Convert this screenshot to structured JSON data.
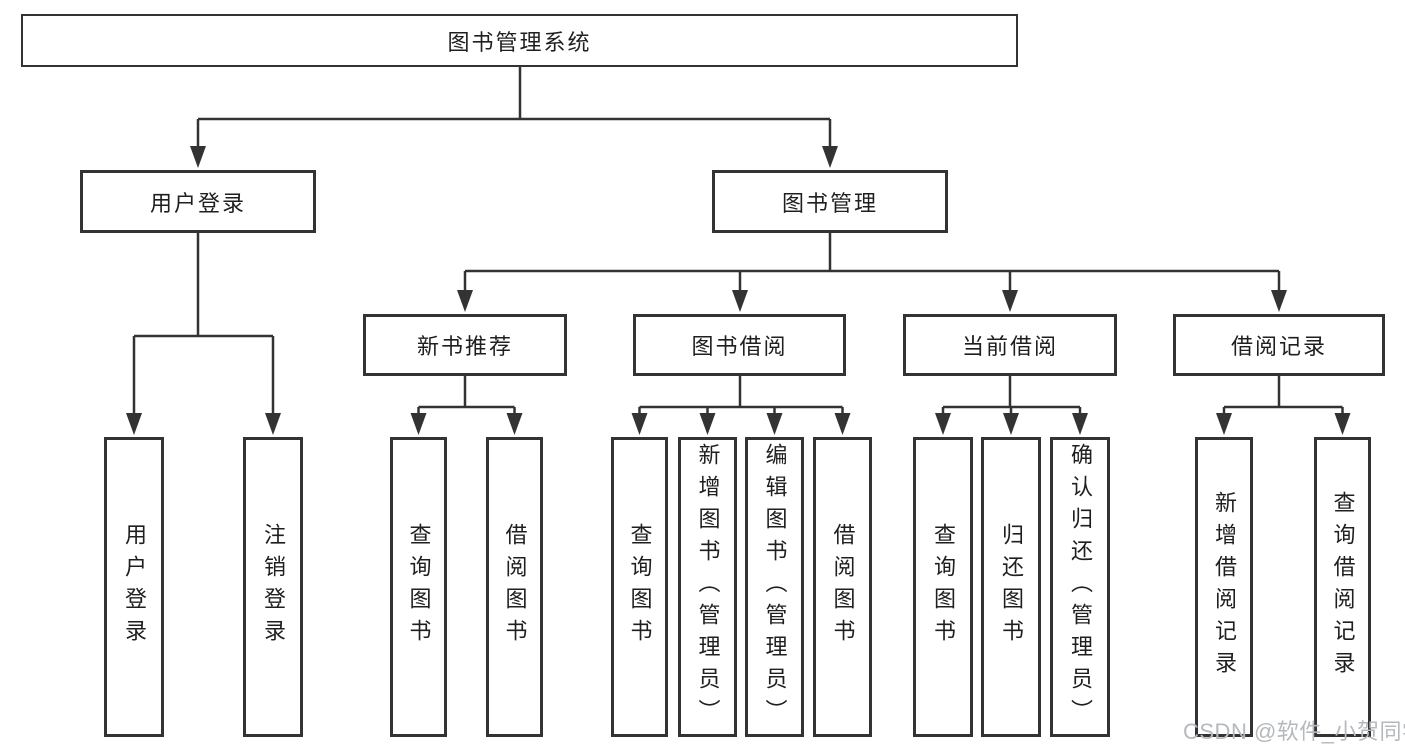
{
  "diagram": {
    "line_color": "#333333",
    "box_border_color": "#333333",
    "text_color": "#1f1f1f",
    "background_color": "#ffffff",
    "tree": {
      "label": "图书管理系统",
      "children": [
        {
          "label": "用户登录",
          "children": [
            {
              "label": "用户登录"
            },
            {
              "label": "注销登录"
            }
          ]
        },
        {
          "label": "图书管理",
          "children": [
            {
              "label": "新书推荐",
              "children": [
                {
                  "label": "查询图书"
                },
                {
                  "label": "借阅图书"
                }
              ]
            },
            {
              "label": "图书借阅",
              "children": [
                {
                  "label": "查询图书"
                },
                {
                  "label": "新增图书（管理员）"
                },
                {
                  "label": "编辑图书（管理员）"
                },
                {
                  "label": "借阅图书"
                }
              ]
            },
            {
              "label": "当前借阅",
              "children": [
                {
                  "label": "查询图书"
                },
                {
                  "label": "归还图书"
                },
                {
                  "label": "确认归还（管理员）"
                }
              ]
            },
            {
              "label": "借阅记录",
              "children": [
                {
                  "label": "新增借阅记录"
                },
                {
                  "label": "查询借阅记录"
                }
              ]
            }
          ]
        }
      ]
    }
  },
  "watermark": {
    "text": "CSDN @软件_小贺同学",
    "color": "#b5b9be"
  }
}
